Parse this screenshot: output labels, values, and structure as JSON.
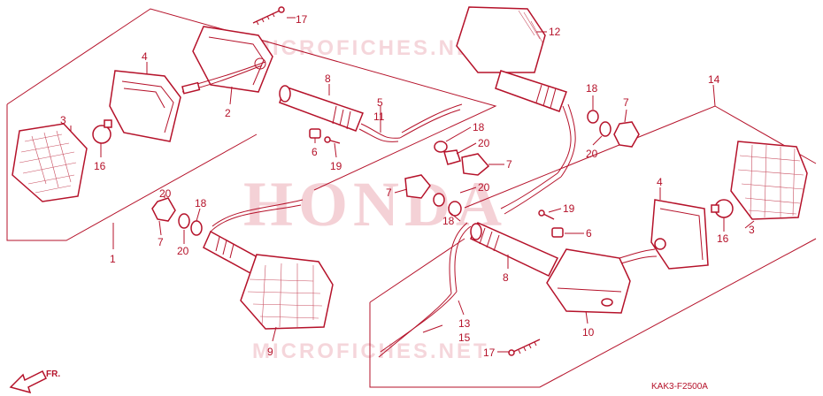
{
  "watermarks": {
    "brand": "HONDA",
    "site": "MICROFICHES.NET"
  },
  "diagram_code": "KAK3-F2500A",
  "direction_marker": "FR.",
  "colors": {
    "line": "#b5122a",
    "watermark": "#e79aa6",
    "background": "#ffffff"
  },
  "callouts": {
    "left_front_lens": "3",
    "left_front_bulb": "16",
    "left_front_housing": "4",
    "left_front_cover": "2",
    "left_front_stay": "8",
    "left_front_wire_a": "5",
    "left_front_wire_b": "11",
    "left_front_collar": "6",
    "left_front_screw": "19",
    "left_front_screw_top": "17",
    "left_assembly_group": "1",
    "left_rear_nut": "7",
    "left_rear_washer_a": "20",
    "left_rear_washer_b": "18",
    "left_rear_unit": "9",
    "center_washer_top": "18",
    "center_washer_mid": "20",
    "center_nut_right": "7",
    "center_nut_left": "7",
    "center_washer_low": "20",
    "center_washer_bottom": "18",
    "right_rear_unit": "12",
    "right_rear_washer_a": "18",
    "right_rear_nut": "7",
    "right_rear_washer_b": "20",
    "right_assembly_group": "14",
    "right_front_housing": "4",
    "right_front_lens": "3",
    "right_front_bulb": "16",
    "right_front_screw": "19",
    "right_front_collar": "6",
    "right_front_stay": "8",
    "right_front_unit": "10",
    "right_wire_a": "13",
    "right_wire_b": "15",
    "right_front_screw_bottom": "17"
  }
}
